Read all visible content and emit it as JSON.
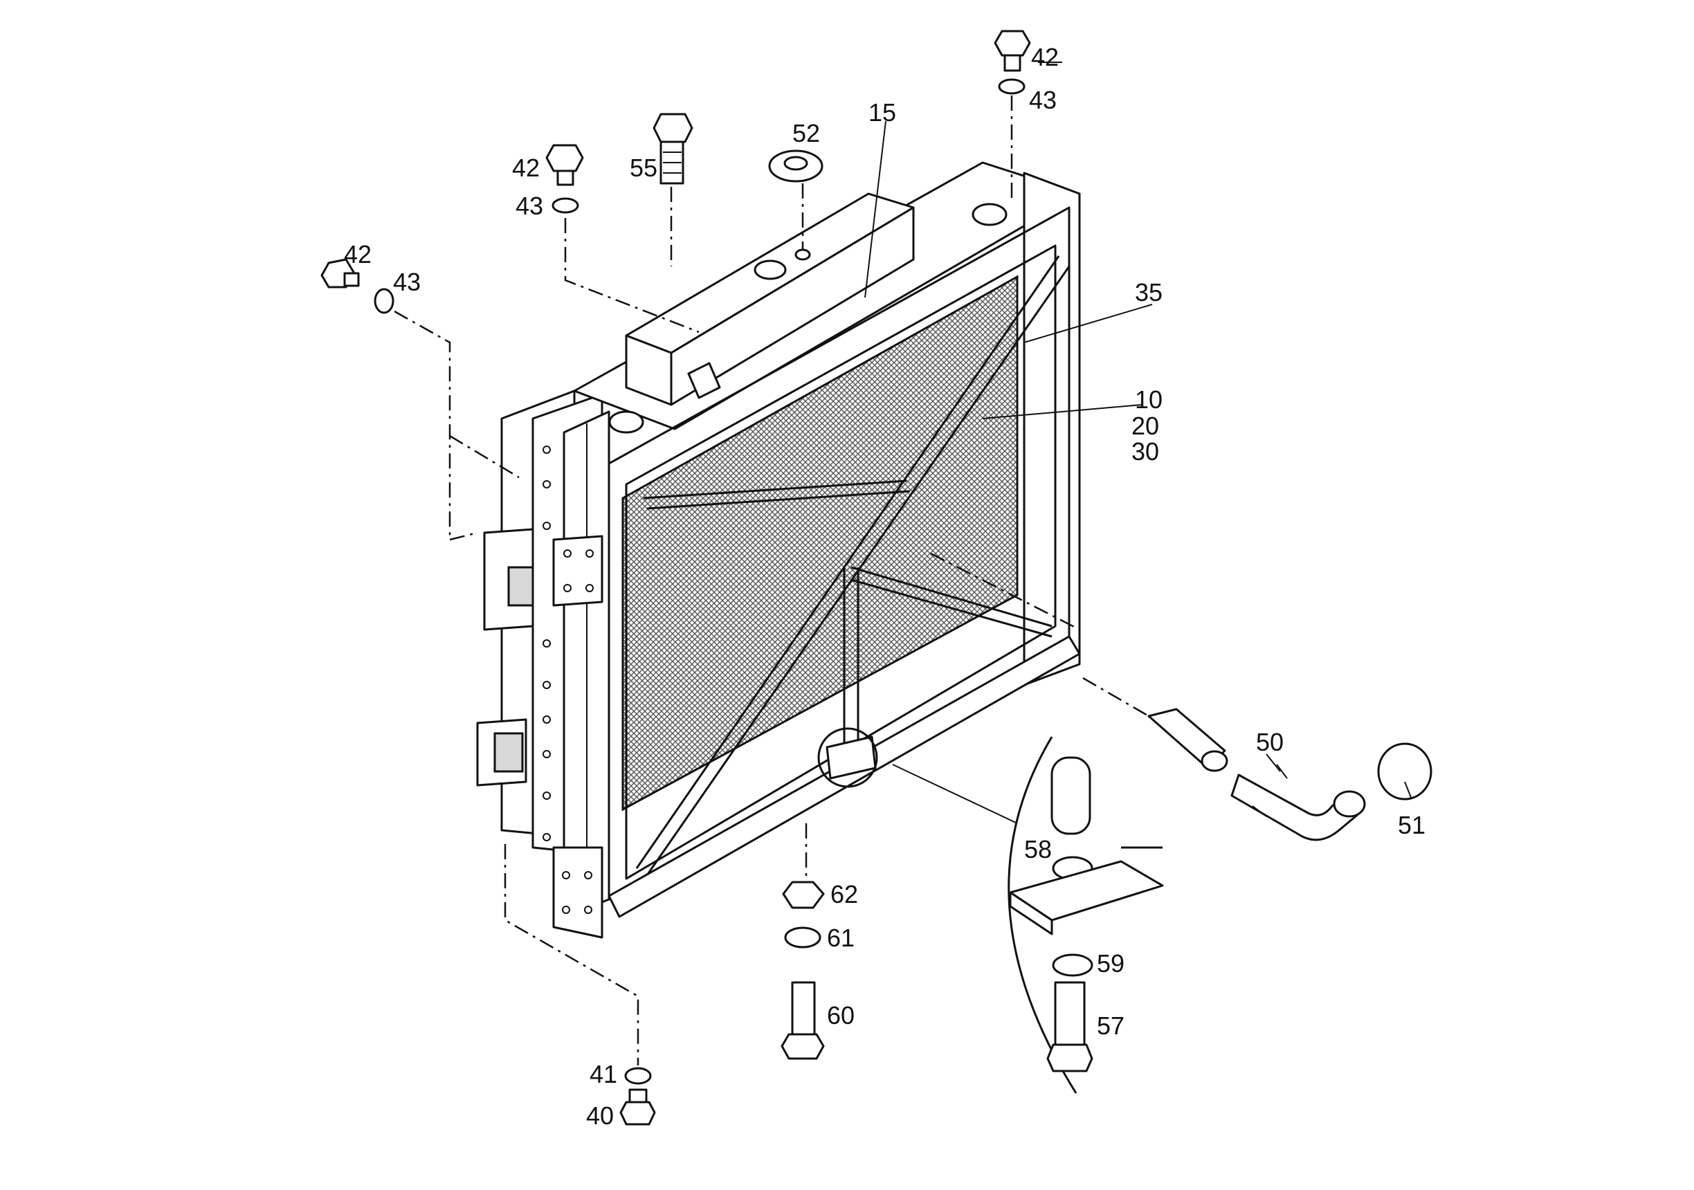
{
  "callouts": {
    "c15": "15",
    "c35": "35",
    "c10": "10",
    "c20": "20",
    "c30": "30",
    "c52": "52",
    "c55": "55",
    "c42a": "42",
    "c43a": "43",
    "c42b": "42",
    "c43b": "43",
    "c42c": "42",
    "c43c": "43",
    "c50": "50",
    "c51": "51",
    "c58": "58",
    "c59": "59",
    "c57": "57",
    "c62": "62",
    "c61": "61",
    "c60": "60",
    "c41": "41",
    "c40": "40"
  }
}
